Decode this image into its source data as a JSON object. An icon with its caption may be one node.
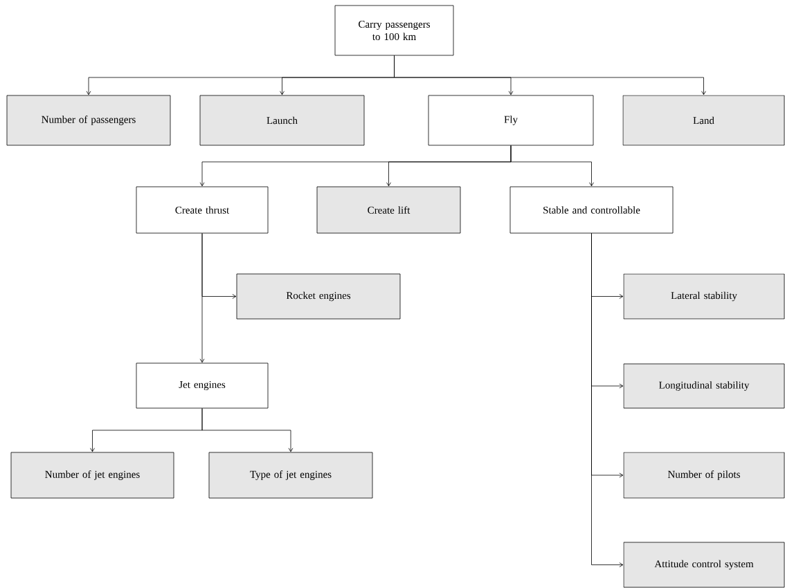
{
  "diagram": {
    "nodes": [
      {
        "text": [
          "Carry passengers to 100 km"
        ]
      },
      {
        "text": [
          "Number of passengers"
        ]
      },
      {
        "text": [
          "Launch"
        ]
      },
      {
        "text": [
          "Fly"
        ]
      },
      {
        "text": [
          "Land"
        ]
      },
      {
        "text": [
          "Create thrust"
        ]
      },
      {
        "text": [
          "Create lift"
        ]
      },
      {
        "text": [
          "Stable and controllable"
        ]
      },
      {
        "text": [
          "Rocket engines"
        ]
      },
      {
        "text": [
          "Jet engines"
        ]
      },
      {
        "text": [
          "Number of jet engines"
        ]
      },
      {
        "text": [
          "Type of jet engines"
        ]
      },
      {
        "text": [
          "Lateral stability"
        ]
      },
      {
        "text": [
          "Longitudinal stability"
        ]
      },
      {
        "text": [
          "Number of pilots"
        ]
      },
      {
        "text": [
          "Attitude control system"
        ]
      }
    ],
    "edges": [
      {
        "from": 0,
        "to": 1,
        "arrow": "to"
      },
      {
        "from": 0,
        "to": 2,
        "arrow": "to"
      },
      {
        "from": 0,
        "to": 3,
        "arrow": "to"
      },
      {
        "from": 0,
        "to": 4,
        "arrow": "to"
      },
      {
        "from": 3,
        "to": 5,
        "arrow": "to"
      },
      {
        "from": 3,
        "to": 6,
        "arrow": "to"
      },
      {
        "from": 3,
        "to": 7,
        "arrow": "to"
      },
      {
        "from": 5,
        "to": 8,
        "arrow": "to"
      },
      {
        "from": 5,
        "to": 9,
        "arrow": "to"
      },
      {
        "from": 9,
        "to": 10,
        "arrow": "to"
      },
      {
        "from": 9,
        "to": 11,
        "arrow": "to"
      },
      {
        "from": 7,
        "to": 12,
        "arrow": "to"
      },
      {
        "from": 7,
        "to": 13,
        "arrow": "to"
      },
      {
        "from": 7,
        "to": 14,
        "arrow": "to"
      },
      {
        "from": 7,
        "to": 15,
        "arrow": "to"
      }
    ]
  }
}
